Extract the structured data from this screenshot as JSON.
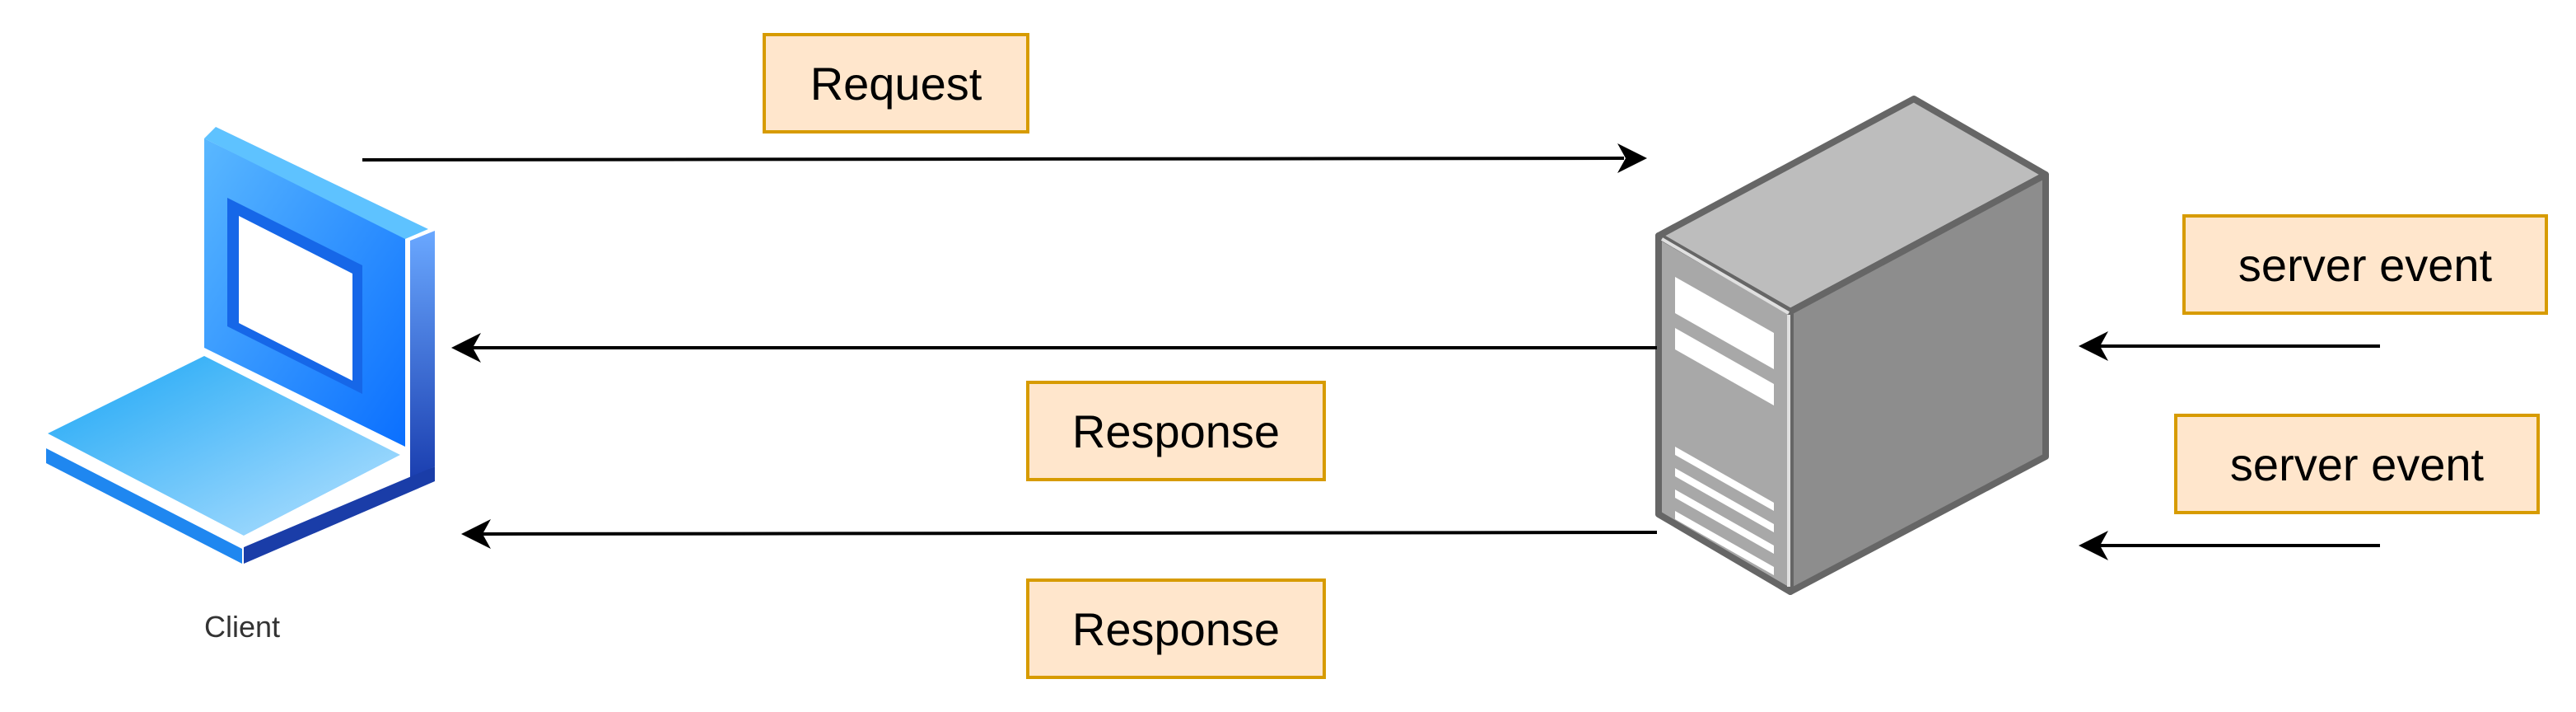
{
  "client": {
    "label": "Client"
  },
  "labels": {
    "request": "Request",
    "response_1": "Response",
    "response_2": "Response",
    "server_event_1": "server event",
    "server_event_2": "server event"
  },
  "colors": {
    "label_fill": "#ffe6cc",
    "label_border": "#d79b00",
    "arrow": "#000000",
    "laptop_blue": "#1e90ff",
    "server_gray": "#9e9e9e"
  },
  "icons": {
    "client": "laptop-icon",
    "server": "server-tower-icon"
  }
}
